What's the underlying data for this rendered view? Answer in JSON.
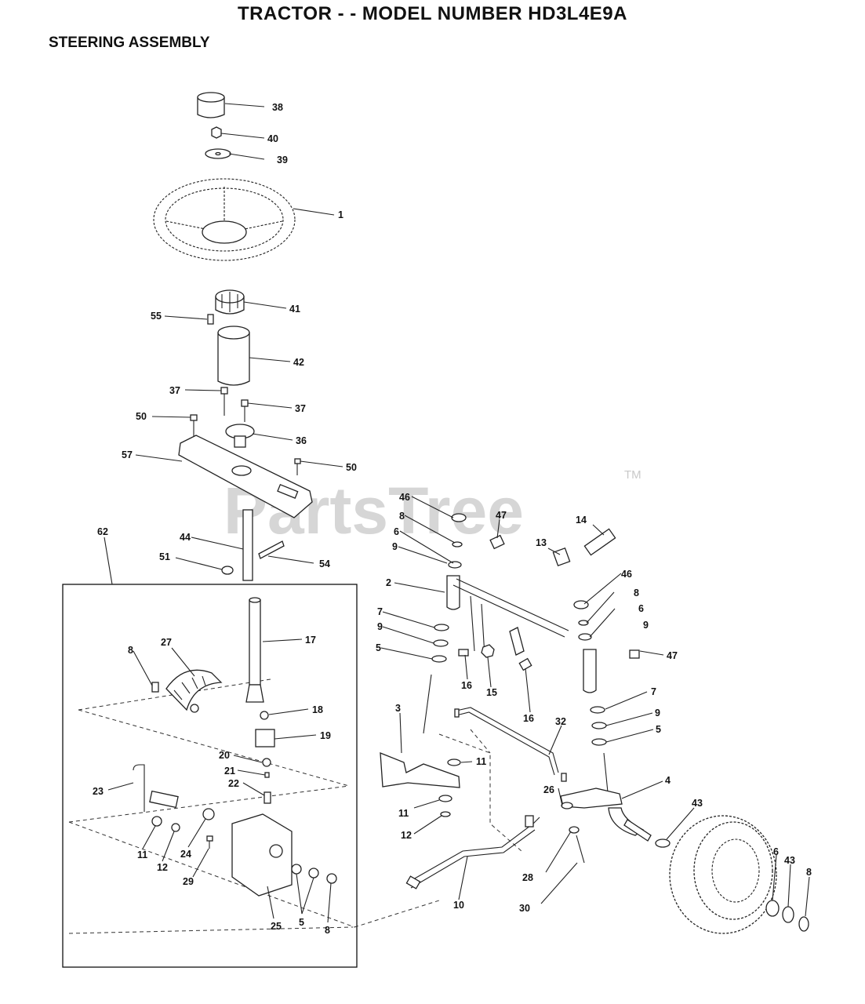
{
  "title": "TRACTOR - - MODEL NUMBER HD3L4E9A",
  "section": "STEERING ASSEMBLY",
  "watermark": "PartsTree",
  "trademark": "TM",
  "callouts": [
    {
      "id": "c38",
      "text": "38"
    },
    {
      "id": "c40",
      "text": "40"
    },
    {
      "id": "c39",
      "text": "39"
    },
    {
      "id": "c1",
      "text": "1"
    },
    {
      "id": "c41",
      "text": "41"
    },
    {
      "id": "c55",
      "text": "55"
    },
    {
      "id": "c42",
      "text": "42"
    },
    {
      "id": "c37a",
      "text": "37"
    },
    {
      "id": "c37b",
      "text": "37"
    },
    {
      "id": "c50a",
      "text": "50"
    },
    {
      "id": "c36",
      "text": "36"
    },
    {
      "id": "c57",
      "text": "57"
    },
    {
      "id": "c50b",
      "text": "50"
    },
    {
      "id": "c62",
      "text": "62"
    },
    {
      "id": "c44",
      "text": "44"
    },
    {
      "id": "c51",
      "text": "51"
    },
    {
      "id": "c54",
      "text": "54"
    },
    {
      "id": "c17",
      "text": "17"
    },
    {
      "id": "c8a",
      "text": "8"
    },
    {
      "id": "c27",
      "text": "27"
    },
    {
      "id": "c18",
      "text": "18"
    },
    {
      "id": "c19",
      "text": "19"
    },
    {
      "id": "c20",
      "text": "20"
    },
    {
      "id": "c21",
      "text": "21"
    },
    {
      "id": "c22",
      "text": "22"
    },
    {
      "id": "c23",
      "text": "23"
    },
    {
      "id": "c11a",
      "text": "11"
    },
    {
      "id": "c12a",
      "text": "12"
    },
    {
      "id": "c24",
      "text": "24"
    },
    {
      "id": "c29",
      "text": "29"
    },
    {
      "id": "c25",
      "text": "25"
    },
    {
      "id": "c5a",
      "text": "5"
    },
    {
      "id": "c8b",
      "text": "8"
    },
    {
      "id": "c46a",
      "text": "46"
    },
    {
      "id": "c8c",
      "text": "8"
    },
    {
      "id": "c6a",
      "text": "6"
    },
    {
      "id": "c9a",
      "text": "9"
    },
    {
      "id": "c47a",
      "text": "47"
    },
    {
      "id": "c13",
      "text": "13"
    },
    {
      "id": "c14",
      "text": "14"
    },
    {
      "id": "c2",
      "text": "2"
    },
    {
      "id": "c7a",
      "text": "7"
    },
    {
      "id": "c9b",
      "text": "9"
    },
    {
      "id": "c5b",
      "text": "5"
    },
    {
      "id": "c16a",
      "text": "16"
    },
    {
      "id": "c15",
      "text": "15"
    },
    {
      "id": "c16b",
      "text": "16"
    },
    {
      "id": "c46b",
      "text": "46"
    },
    {
      "id": "c8d",
      "text": "8"
    },
    {
      "id": "c6b",
      "text": "6"
    },
    {
      "id": "c9c",
      "text": "9"
    },
    {
      "id": "c47b",
      "text": "47"
    },
    {
      "id": "c7b",
      "text": "7"
    },
    {
      "id": "c9d",
      "text": "9"
    },
    {
      "id": "c5c",
      "text": "5"
    },
    {
      "id": "c3",
      "text": "3"
    },
    {
      "id": "c11b",
      "text": "11"
    },
    {
      "id": "c32",
      "text": "32"
    },
    {
      "id": "c26",
      "text": "26"
    },
    {
      "id": "c4",
      "text": "4"
    },
    {
      "id": "c11c",
      "text": "11"
    },
    {
      "id": "c12b",
      "text": "12"
    },
    {
      "id": "c43a",
      "text": "43"
    },
    {
      "id": "c10",
      "text": "10"
    },
    {
      "id": "c28",
      "text": "28"
    },
    {
      "id": "c30",
      "text": "30"
    },
    {
      "id": "c6c",
      "text": "6"
    },
    {
      "id": "c43b",
      "text": "43"
    },
    {
      "id": "c8e",
      "text": "8"
    }
  ]
}
